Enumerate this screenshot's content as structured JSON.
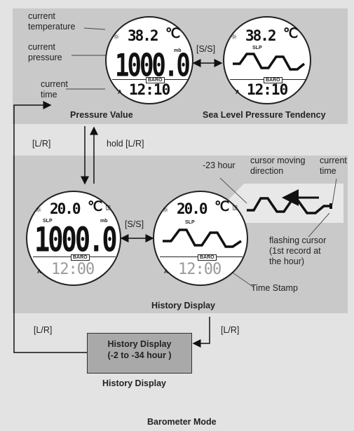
{
  "labels": {
    "current_temperature": [
      "current",
      "temperature"
    ],
    "current_pressure": [
      "current",
      "pressure"
    ],
    "current_time": [
      "current",
      "time"
    ],
    "ss_top": "[S/S]",
    "pressure_value": "Pressure Value",
    "slp_tendency": "Sea Level Pressure Tendency",
    "lr_left": "[L/R]",
    "hold_lr": "hold [L/R]",
    "minus23": "-23 hour",
    "cursor_dir": [
      "cursor moving",
      "direction"
    ],
    "current_time_right": [
      "current",
      "time"
    ],
    "ss_mid": "[S/S]",
    "flashing_cursor": [
      "flashing cursor",
      "(1st record at",
      "the hour)"
    ],
    "time_stamp": "Time Stamp",
    "history_display_mid": "History Display",
    "lr_bottom_left": "[L/R]",
    "lr_bottom_right": "[L/R]",
    "history_box": [
      "History Display",
      "(-2 to -34 hour )"
    ],
    "history_display_bottom": "History Display",
    "barometer_mode": "Barometer Mode"
  },
  "watch1": {
    "temp": "38.2",
    "unit": "℃",
    "pressure": "1000.0",
    "mb": "mb",
    "alarm": "A",
    "time": "12:10",
    "baro": "BARO"
  },
  "watch2": {
    "temp": "38.2",
    "unit": "℃",
    "slp": "SLP",
    "alarm": "A",
    "time": "12:10",
    "baro": "BARO"
  },
  "watch3": {
    "temp": "20.0",
    "unit": "℃",
    "slp": "SLP",
    "mb": "mb",
    "pressure": "1000.0",
    "alarm": "A",
    "time": "12:00",
    "baro": "BARO"
  },
  "watch4": {
    "temp": "20.0",
    "unit": "℃",
    "slp": "SLP",
    "alarm": "A",
    "time": "12:00",
    "baro": "BARO"
  }
}
